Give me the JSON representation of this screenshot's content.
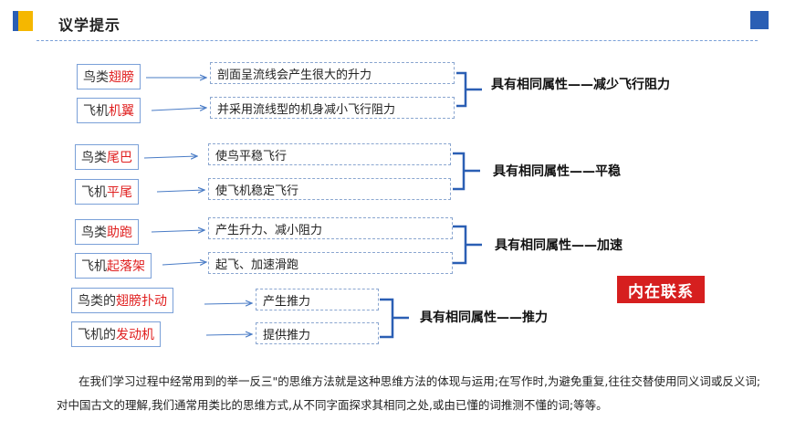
{
  "header": {
    "title": "议学提示"
  },
  "groups": [
    {
      "items": [
        {
          "prefix": "鸟类",
          "highlight": "翅膀",
          "desc": "剖面呈流线会产生很大的升力"
        },
        {
          "prefix": "飞机",
          "highlight": "机翼",
          "desc": "并采用流线型的机身减小飞行阻力"
        }
      ],
      "conclusion": "具有相同属性——减少飞行阻力"
    },
    {
      "items": [
        {
          "prefix": "鸟类",
          "highlight": "尾巴",
          "desc": "使鸟平稳飞行"
        },
        {
          "prefix": "飞机",
          "highlight": "平尾",
          "desc": "使飞机稳定飞行"
        }
      ],
      "conclusion": "具有相同属性——平稳"
    },
    {
      "items": [
        {
          "prefix": "鸟类",
          "highlight": "助跑",
          "desc": "产生升力、减小阻力"
        },
        {
          "prefix": "飞机",
          "highlight": "起落架",
          "desc": "起飞、加速滑跑"
        }
      ],
      "conclusion": "具有相同属性——加速"
    },
    {
      "items": [
        {
          "prefix": "鸟类的",
          "highlight": "翅膀扑动",
          "desc": "产生推力"
        },
        {
          "prefix": "飞机的",
          "highlight": "发动机",
          "desc": "提供推力"
        }
      ],
      "conclusion": "具有相同属性——推力"
    }
  ],
  "badge": "内在联系",
  "paragraph": "在我们学习过程中经常用到的举一反三\"的思维方法就是这种思维方法的体现与运用;在写作时,为避免重复,往往交替使用同义词或反义词;对中国古文的理解,我们通常用类比的思维方式,从不同字面探求其相同之处,或由已懂的词推测不懂的词;等等。",
  "colors": {
    "accent_blue": "#2b5fb4",
    "accent_yellow": "#f5b700",
    "highlight_red": "#e02020",
    "badge_red": "#d61f1f"
  }
}
